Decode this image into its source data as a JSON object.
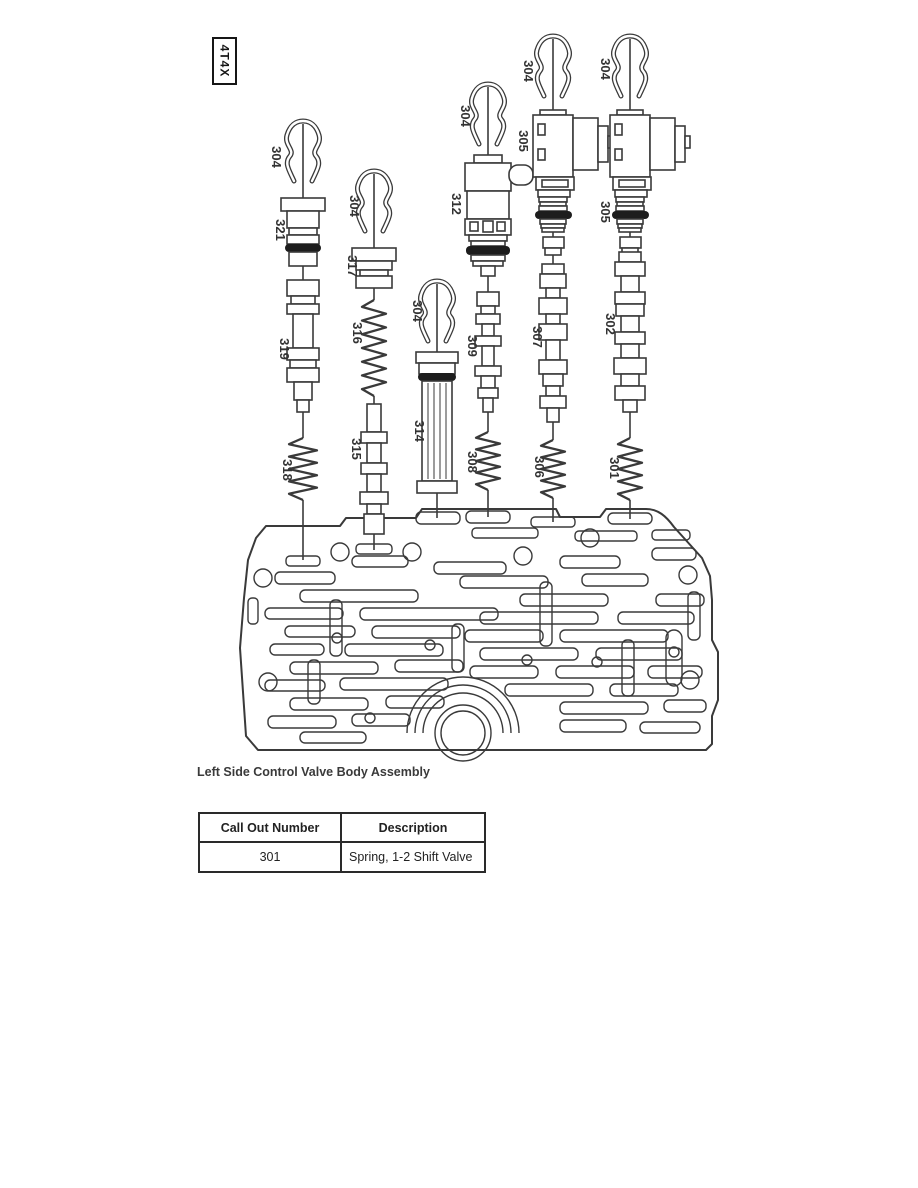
{
  "page": {
    "code_tag": "4T4X"
  },
  "figure": {
    "caption": "Left Side Control Valve Body Assembly",
    "callouts": [
      {
        "id": "col1-clip",
        "label": "304"
      },
      {
        "id": "col1-valve",
        "label": "321"
      },
      {
        "id": "col1-spool",
        "label": "319"
      },
      {
        "id": "col1-spring",
        "label": "318"
      },
      {
        "id": "col2-clip",
        "label": "304"
      },
      {
        "id": "col2-valve",
        "label": "317"
      },
      {
        "id": "col2-spring",
        "label": "316"
      },
      {
        "id": "col2-valve2",
        "label": "315"
      },
      {
        "id": "col3-clip",
        "label": "304"
      },
      {
        "id": "col3-valve",
        "label": "314"
      },
      {
        "id": "col4-clip",
        "label": "304"
      },
      {
        "id": "col4-solenoid",
        "label": "312"
      },
      {
        "id": "col4-spool",
        "label": "309"
      },
      {
        "id": "col4-spring",
        "label": "308"
      },
      {
        "id": "col5-clip",
        "label": "304"
      },
      {
        "id": "col5-solenoid",
        "label": "305"
      },
      {
        "id": "col5-spool",
        "label": "307"
      },
      {
        "id": "col5-spring",
        "label": "306"
      },
      {
        "id": "col6-clip",
        "label": "304"
      },
      {
        "id": "col6-solenoid",
        "label": "305"
      },
      {
        "id": "col6-spool",
        "label": "302"
      },
      {
        "id": "col6-spring",
        "label": "301"
      }
    ]
  },
  "table": {
    "headers": [
      "Call Out Number",
      "Description"
    ],
    "rows": [
      {
        "call_out_number": "301",
        "description": "Spring, 1-2 Shift Valve"
      }
    ]
  },
  "colors": {
    "line_art": "#3a3a3a",
    "text": "#333333"
  }
}
